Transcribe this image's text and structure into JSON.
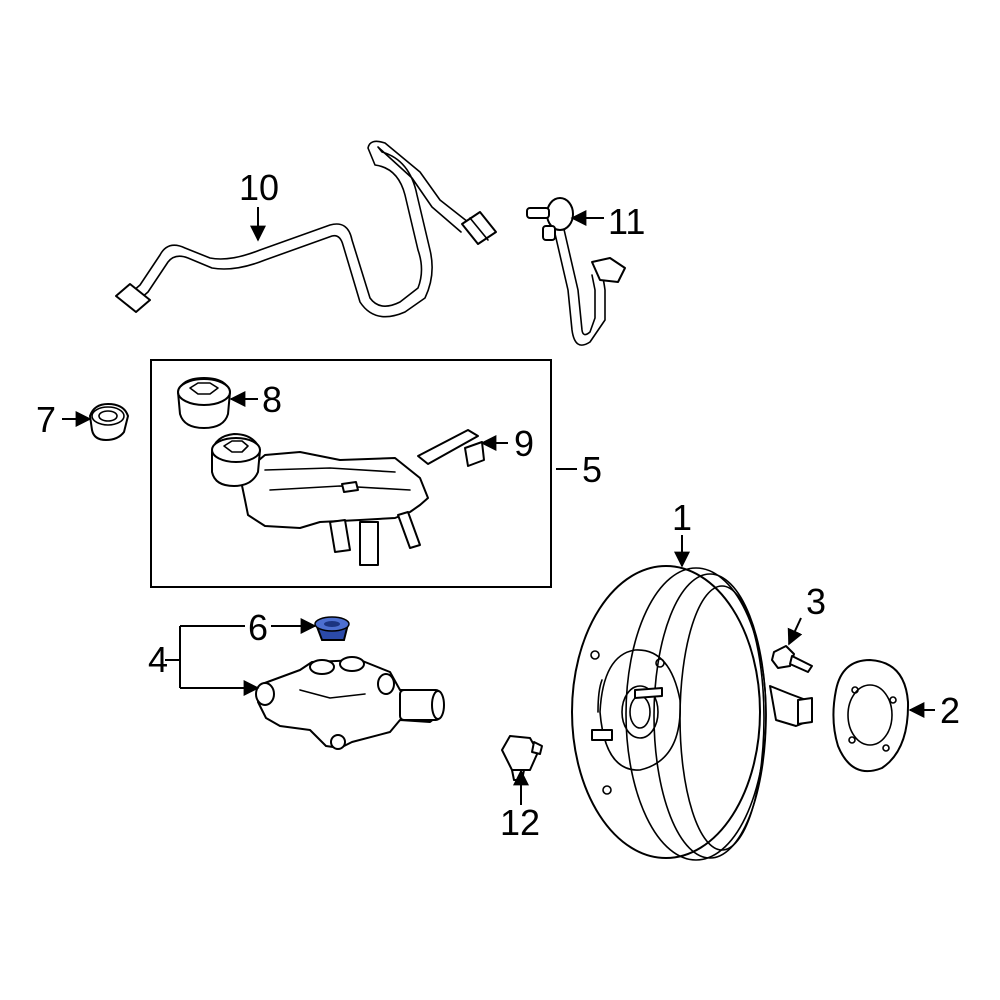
{
  "callouts": {
    "c1": "1",
    "c2": "2",
    "c3": "3",
    "c4": "4",
    "c5": "5",
    "c6": "6",
    "c7": "7",
    "c8": "8",
    "c9": "9",
    "c10": "10",
    "c11": "11",
    "c12": "12"
  },
  "colors": {
    "line": "#000000",
    "background": "#ffffff",
    "highlight_part": "#2b4aa8"
  },
  "highlighted_part": "6"
}
